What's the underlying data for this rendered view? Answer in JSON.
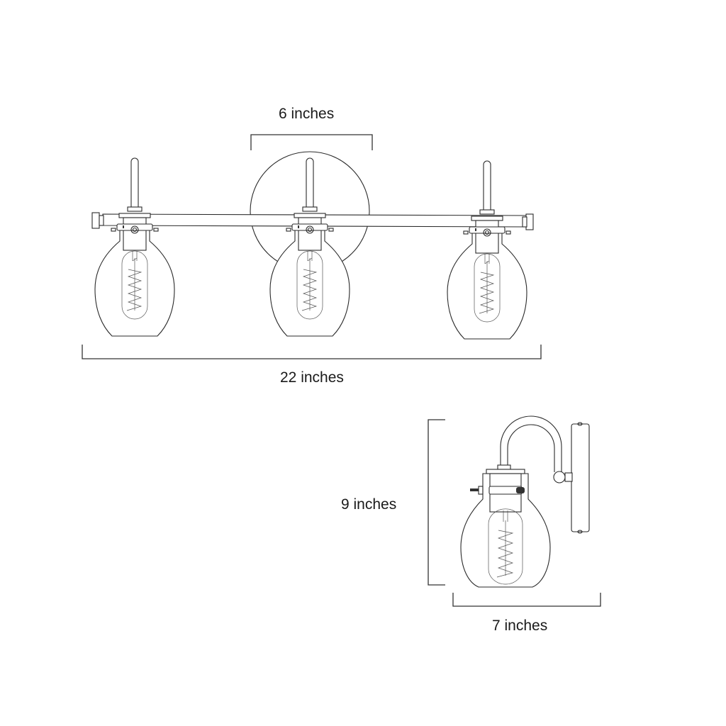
{
  "diagram": {
    "subject": "3-light bathroom vanity fixture with globe glass shades",
    "front_view": {
      "lights": 3,
      "dimensions": {
        "backplate_width": {
          "label": "6 inches",
          "value": 6,
          "unit": "inches"
        },
        "overall_width": {
          "label": "22 inches",
          "value": 22,
          "unit": "inches"
        }
      }
    },
    "side_view": {
      "dimensions": {
        "height": {
          "label": "9 inches",
          "value": 9,
          "unit": "inches"
        },
        "extension": {
          "label": "7 inches",
          "value": 7,
          "unit": "inches"
        }
      }
    },
    "colors": {
      "line": "#2a2a2a",
      "background": "#ffffff"
    }
  }
}
